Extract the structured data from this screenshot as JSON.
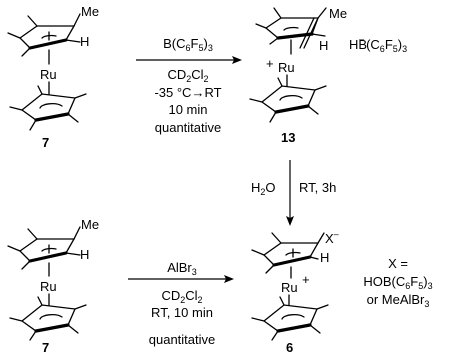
{
  "rxn1": {
    "reagent": {
      "pre": "B(C",
      "s1": "6",
      "mid": "F",
      "s2": "5",
      "post": ")",
      "s3": "3"
    },
    "solvent": {
      "pre": "CD",
      "s1": "2",
      "mid": "Cl",
      "s2": "2"
    },
    "temp": "-35 °C→RT",
    "time": "10 min",
    "yield": "quantitative"
  },
  "rxn2": {
    "water": {
      "pre": "H",
      "s1": "2",
      "post": "O"
    },
    "cond": "RT, 3h"
  },
  "rxn3": {
    "reagent": {
      "pre": "AlBr",
      "s1": "3"
    },
    "solvent": {
      "pre": "CD",
      "s1": "2",
      "mid": "Cl",
      "s2": "2"
    },
    "time": "RT, 10 min",
    "yield": "quantitative"
  },
  "labels": {
    "me": "Me",
    "h": "H",
    "ru": "Ru",
    "plus": "+",
    "borate": {
      "pre": "HB",
      "minus": "–",
      "mid": "(C",
      "s1": "6",
      "mid2": "F",
      "s2": "5",
      "post": ")",
      "s3": "3"
    },
    "x_anion": {
      "pre": "X",
      "sup": "–"
    },
    "x_def": {
      "line1": "X =",
      "line2_pre": "HOB(C",
      "s1": "6",
      "mid": "F",
      "s2": "5",
      "post": ")",
      "s3": "3",
      "line3_pre": "or MeAlBr",
      "s4": "3"
    }
  },
  "compounds": {
    "c7": "7",
    "c13": "13",
    "c6": "6"
  }
}
